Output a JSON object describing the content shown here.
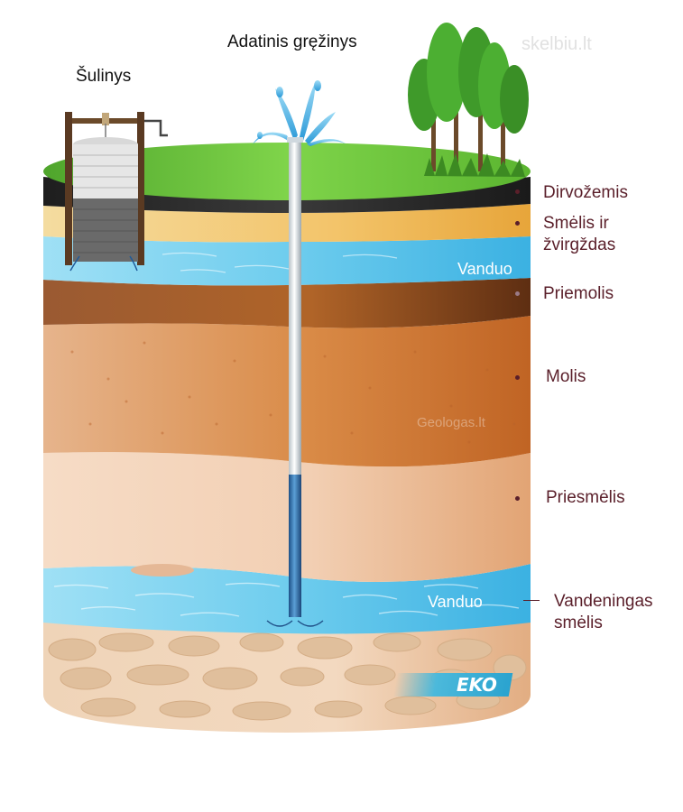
{
  "titles": {
    "well": "Šulinys",
    "borehole": "Adatinis gręžinys"
  },
  "layers": [
    {
      "key": "dirvozemis",
      "label": "Dirvožemis",
      "color": "#2b2b2b"
    },
    {
      "key": "smelis",
      "label": "Smėlis ir\nžvirgždas",
      "color": "#f2c777"
    },
    {
      "key": "priemolis",
      "label": "Priemolis",
      "color": "#7a3d1a"
    },
    {
      "key": "molis",
      "label": "Molis",
      "color": "#d4844a"
    },
    {
      "key": "priesmelis",
      "label": "Priesmėlis",
      "color": "#f1c9aa"
    },
    {
      "key": "vandeningas",
      "label": "Vandeningas\nsmėlis",
      "color": "#6ec7ea"
    }
  ],
  "water_labels": {
    "upper": "Vanduo",
    "lower": "Vanduo"
  },
  "watermarks": {
    "site": "skelbiu.lt",
    "geology": "Geologas.lt"
  },
  "logo": {
    "text": "EKO"
  },
  "colors": {
    "grass": "#6cc43c",
    "water": "#5bc3ec",
    "pipe": "#e8eef2",
    "label_text": "#5a1f2a"
  }
}
